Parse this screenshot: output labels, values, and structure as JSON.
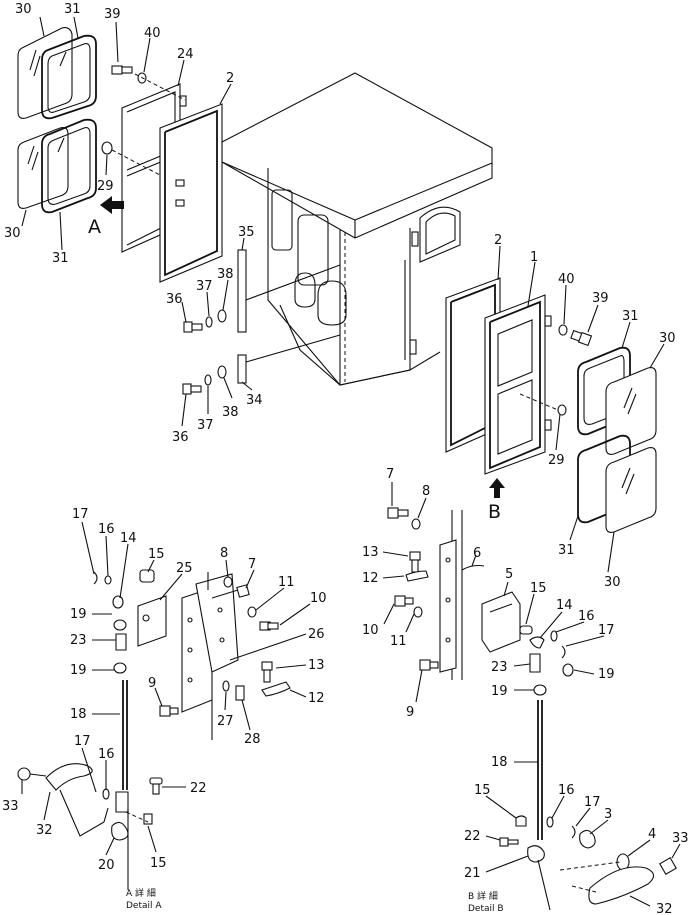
{
  "callouts": {
    "upper_left": {
      "n30a": "30",
      "n31a": "31",
      "n39": "39",
      "n40": "40",
      "n24": "24",
      "n2": "2",
      "n29": "29",
      "n30b": "30",
      "n31b": "31",
      "n35": "35",
      "n38a": "38",
      "n37a": "37",
      "n36a": "36",
      "n34": "34",
      "n38b": "38",
      "n37b": "37",
      "n36b": "36"
    },
    "upper_right": {
      "n2": "2",
      "n1": "1",
      "n40": "40",
      "n39": "39",
      "n31a": "31",
      "n30a": "30",
      "n29": "29",
      "n31b": "31",
      "n30b": "30"
    },
    "detail_a": {
      "n17a": "17",
      "n16a": "16",
      "n14": "14",
      "n15a": "15",
      "n25": "25",
      "n8": "8",
      "n7": "7",
      "n11": "11",
      "n10": "10",
      "n19a": "19",
      "n23": "23",
      "n26": "26",
      "n19b": "19",
      "n13": "13",
      "n9": "9",
      "n12": "12",
      "n27": "27",
      "n28": "28",
      "n18": "18",
      "n17b": "17",
      "n16b": "16",
      "n22": "22",
      "n33": "33",
      "n32": "32",
      "n20": "20",
      "n15b": "15"
    },
    "detail_b": {
      "n7": "7",
      "n8": "8",
      "n13": "13",
      "n6": "6",
      "n12": "12",
      "n5": "5",
      "n15a": "15",
      "n10": "10",
      "n11": "11",
      "n14": "14",
      "n16a": "16",
      "n17a": "17",
      "n23": "23",
      "n19a": "19",
      "n9": "9",
      "n19b": "19",
      "n18": "18",
      "n15b": "15",
      "n16b": "16",
      "n17b": "17",
      "n3": "3",
      "n22": "22",
      "n4": "4",
      "n33": "33",
      "n21": "21",
      "n32": "32"
    }
  },
  "view_letters": {
    "a": "A",
    "b": "B"
  },
  "captions": {
    "detail_a_jp": "A 詳 細",
    "detail_a_en": "Detail A",
    "detail_b_jp": "B 詳 細",
    "detail_b_en": "Detail B"
  }
}
